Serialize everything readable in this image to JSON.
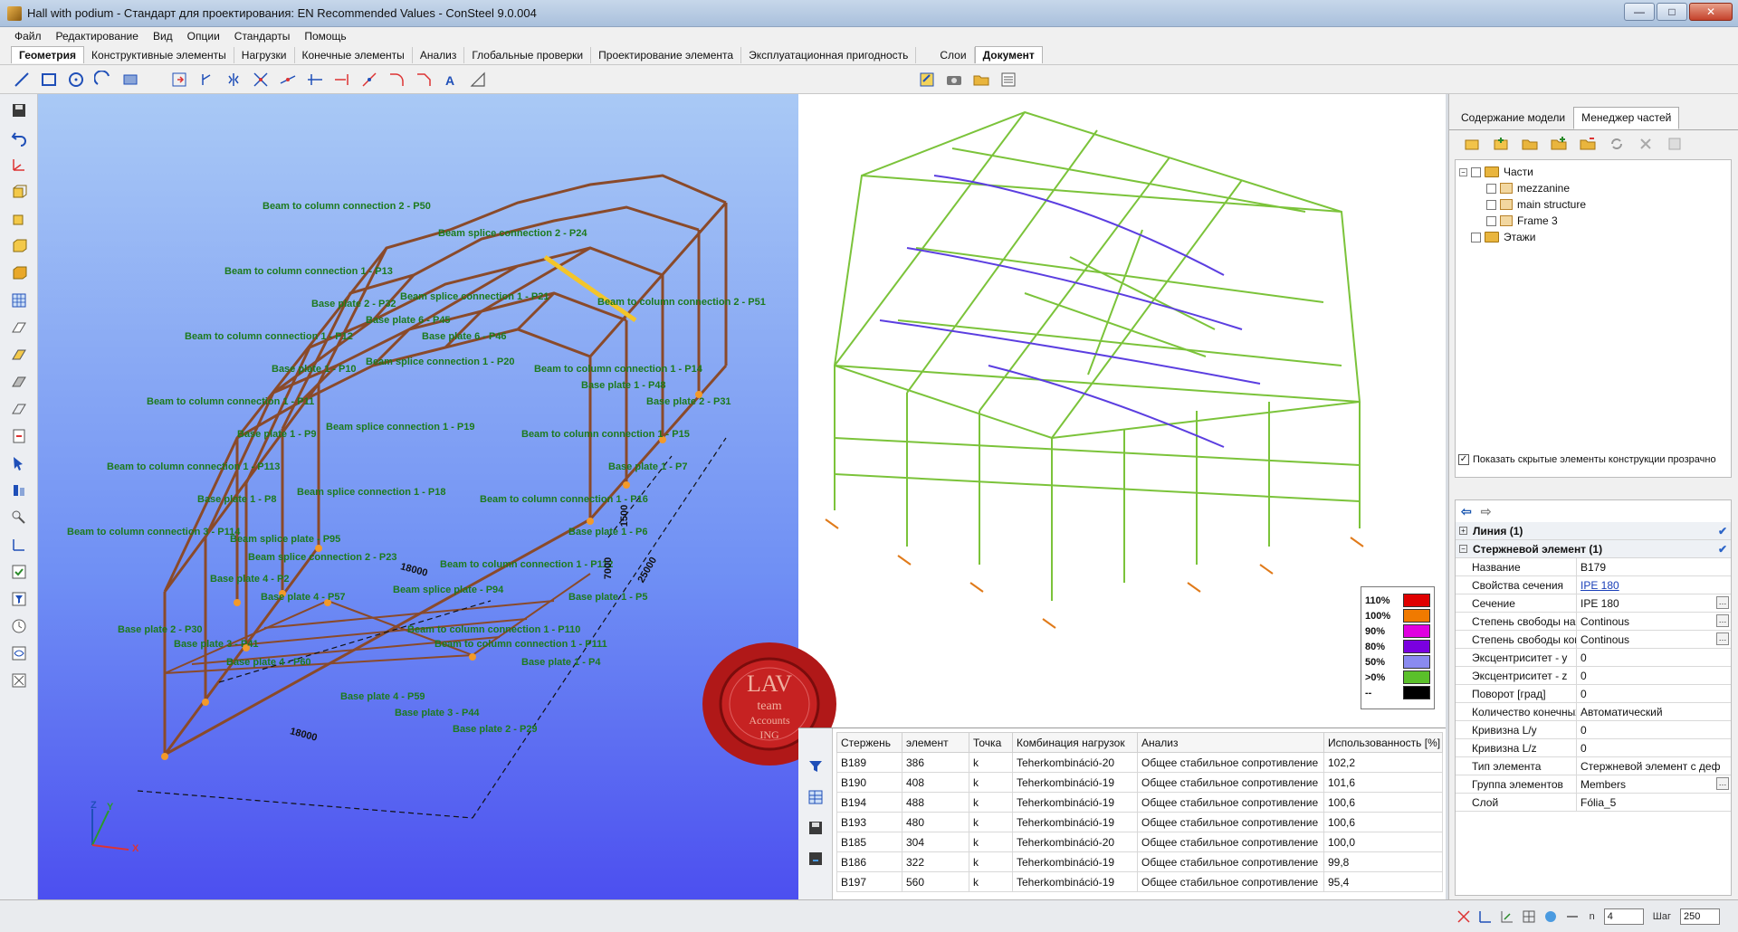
{
  "window": {
    "title": "Hall with podium - Стандарт для проектирования: EN Recommended Values - ConSteel 9.0.004",
    "buttons": {
      "minimize": "—",
      "maximize": "□",
      "close": "✕"
    }
  },
  "menu": [
    "Файл",
    "Редактирование",
    "Вид",
    "Опции",
    "Стандарты",
    "Помощь"
  ],
  "ribbon_tabs": [
    "Геометрия",
    "Конструктивные элементы",
    "Нагрузки",
    "Конечные элементы",
    "Анализ",
    "Глобальные проверки",
    "Проектирование элемента",
    "Эксплуатационная пригодность"
  ],
  "ribbon_tabs_right": [
    "Слои",
    "Документ"
  ],
  "viewport_left": {
    "labels": [
      "Beam to column connection 2 - P50",
      "Beam splice connection 2 - P24",
      "Beam to column connection 1 - P13",
      "Beam splice connection 1 - P21",
      "Beam to column connection 2 - P51",
      "Base plate 2 - P32",
      "Base plate 6 - P45",
      "Base plate 6 - P46",
      "Beam to column connection 1 - P12",
      "Beam splice connection 1 - P20",
      "Beam to column connection 1 - P14",
      "Base plate 1 - P10",
      "Base plate 1 - P48",
      "Base plate 2 - P31",
      "Beam to column connection 1 - P11",
      "Beam splice connection 1 - P19",
      "Beam to column connection 1 - P15",
      "Base plate 1 - P9",
      "Beam to column connection 1 - P113",
      "Base plate 1 - P7",
      "Beam splice connection 1 - P18",
      "Beam to column connection 1 - P16",
      "Base plate 1 - P8",
      "Beam to column connection 3 - P114",
      "Base plate 1 - P6",
      "Beam splice plate - P95",
      "Beam splice connection 2 - P23",
      "Beam to column connection 1 - P112",
      "Base plate 4 - P2",
      "Beam splice plate - P94",
      "Base plate 4 - P57",
      "Base plate 1 - P5",
      "Base plate 2 - P30",
      "Base plate 3 - P41",
      "Beam to column connection 1 - P110",
      "Beam to column connection 1 - P111",
      "Base plate 4 - P60",
      "Base plate 1 - P4",
      "Base plate 4 - P59",
      "Base plate 3 - P44",
      "Base plate 2 - P29"
    ],
    "dimensions": [
      "18000",
      "18000",
      "25000",
      "7000",
      "1500"
    ],
    "axes": {
      "x": "X",
      "y": "Y",
      "z": "Z"
    }
  },
  "legend": [
    {
      "label": "110%",
      "color": "#e00000"
    },
    {
      "label": "100%",
      "color": "#f07a00"
    },
    {
      "label": "90%",
      "color": "#e000e0"
    },
    {
      "label": "80%",
      "color": "#7a00e0"
    },
    {
      "label": "50%",
      "color": "#8a8af0"
    },
    {
      "label": ">0%",
      "color": "#5ac02a"
    },
    {
      "label": "--",
      "color": "#000000"
    }
  ],
  "right_panel": {
    "tabs": [
      "Содержание модели",
      "Менеджер частей"
    ],
    "tree": {
      "root": "Части",
      "children": [
        "mezzanine",
        "main structure",
        "Frame 3"
      ],
      "second_root": "Этажи"
    },
    "show_hidden_label": "Показать скрытые элементы конструкции прозрачно",
    "groups": [
      {
        "label": "Линия (1)",
        "expanded": false
      },
      {
        "label": "Стержневой элемент (1)",
        "expanded": true
      }
    ],
    "properties": [
      {
        "key": "Название",
        "value": "B179"
      },
      {
        "key": "Свойства сечения",
        "value": "IPE 180",
        "link": true
      },
      {
        "key": "Сечение",
        "value": "IPE 180",
        "dots": true
      },
      {
        "key": "Степень свободы начала",
        "value": "Continous",
        "dots": true
      },
      {
        "key": "Степень свободы конца",
        "value": "Continous",
        "dots": true
      },
      {
        "key": "Эксцентриситет - y",
        "value": "0"
      },
      {
        "key": "Эксцентриситет - z",
        "value": "0"
      },
      {
        "key": "Поворот [град]",
        "value": "0"
      },
      {
        "key": "Количество конечных элементов",
        "value": "Автоматический"
      },
      {
        "key": "Кривизна L/y",
        "value": "0"
      },
      {
        "key": "Кривизна L/z",
        "value": "0"
      },
      {
        "key": "Тип элемента",
        "value": "Стержневой элемент с деф"
      },
      {
        "key": "Группа элементов",
        "value": "Members",
        "dots": true
      },
      {
        "key": "Слой",
        "value": "Fólia_5"
      }
    ]
  },
  "results": {
    "columns": [
      "Стержень",
      "элемент",
      "Точка",
      "Комбинация нагрузок",
      "Анализ",
      "Использованность [%]"
    ],
    "rows": [
      [
        "B189",
        "386",
        "k",
        "Teherkombináció-20",
        "Общее стабильное сопротивление",
        "102,2"
      ],
      [
        "B190",
        "408",
        "k",
        "Teherkombináció-19",
        "Общее стабильное сопротивление",
        "101,6"
      ],
      [
        "B194",
        "488",
        "k",
        "Teherkombináció-19",
        "Общее стабильное сопротивление",
        "100,6"
      ],
      [
        "B193",
        "480",
        "k",
        "Teherkombináció-19",
        "Общее стабильное сопротивление",
        "100,6"
      ],
      [
        "B185",
        "304",
        "k",
        "Teherkombináció-20",
        "Общее стабильное сопротивление",
        "100,0"
      ],
      [
        "B186",
        "322",
        "k",
        "Teherkombináció-19",
        "Общее стабильное сопротивление",
        "99,8"
      ],
      [
        "B197",
        "560",
        "k",
        "Teherkombináció-19",
        "Общее стабильное сопротивление",
        "95,4"
      ]
    ]
  },
  "statusbar": {
    "n_label": "n",
    "n_value": "4",
    "step_label": "Шаг",
    "step_value": "250"
  },
  "seal": {
    "line1": "LAV",
    "line2": "team",
    "line3": "Accounts",
    "line4": "ING"
  }
}
